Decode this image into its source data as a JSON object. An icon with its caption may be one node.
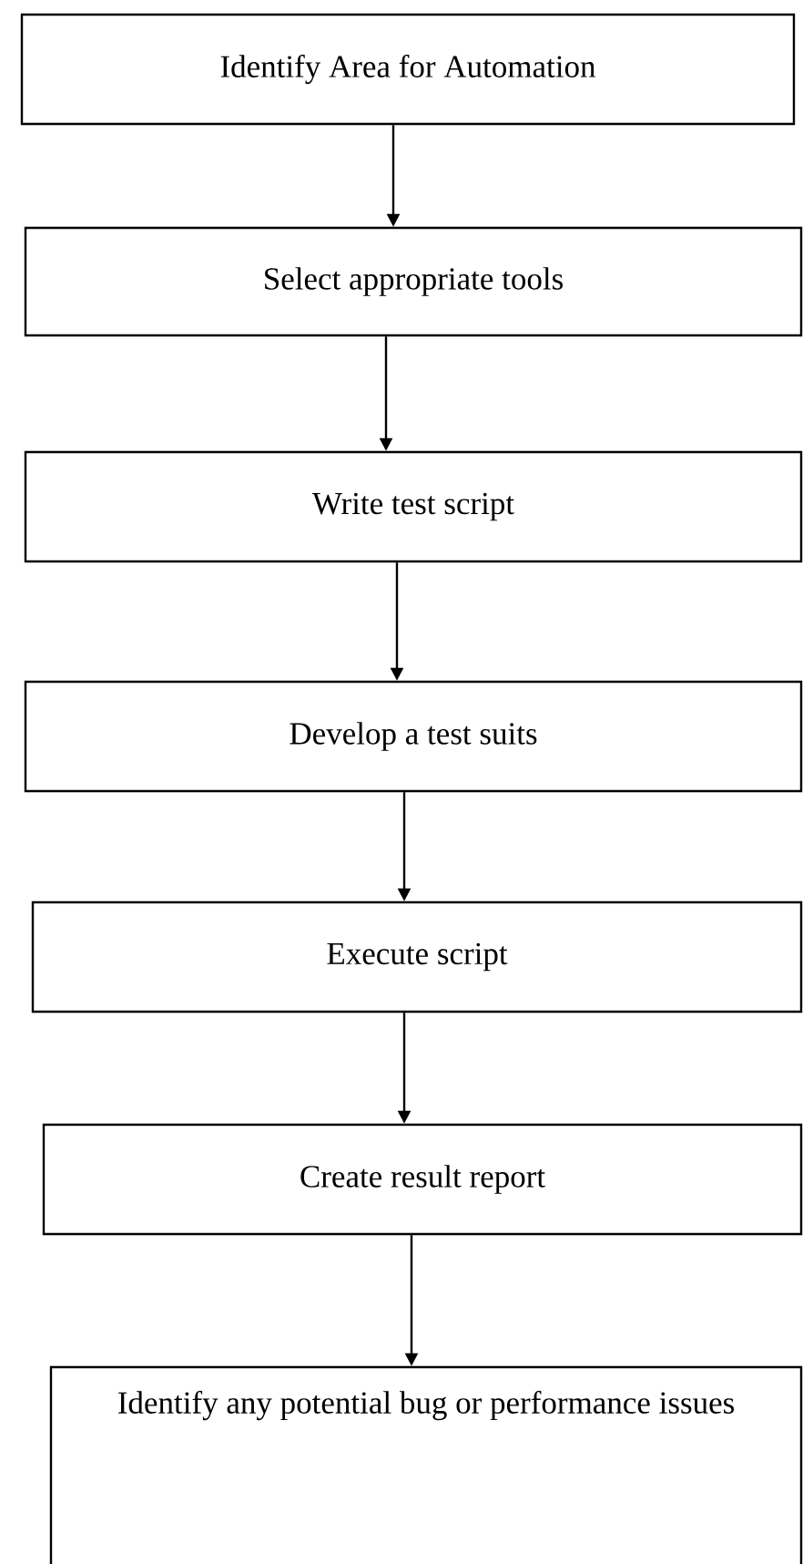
{
  "diagram": {
    "nodes": [
      {
        "text": [
          "Identify Area for Automation"
        ]
      },
      {
        "text": [
          "Select appropriate tools"
        ]
      },
      {
        "text": [
          "Write test script"
        ]
      },
      {
        "text": [
          "Develop a test suits"
        ]
      },
      {
        "text": [
          "Execute script"
        ]
      },
      {
        "text": [
          "Create result report"
        ]
      },
      {
        "text": [
          "Identify any potential bug or performance issues"
        ]
      }
    ],
    "edges": [
      {
        "from": 0,
        "to": 1,
        "arrow": "to"
      },
      {
        "from": 1,
        "to": 2,
        "arrow": "to"
      },
      {
        "from": 2,
        "to": 3,
        "arrow": "to"
      },
      {
        "from": 3,
        "to": 4,
        "arrow": "to"
      },
      {
        "from": 4,
        "to": 5,
        "arrow": "to"
      },
      {
        "from": 5,
        "to": 6,
        "arrow": "to"
      }
    ]
  }
}
